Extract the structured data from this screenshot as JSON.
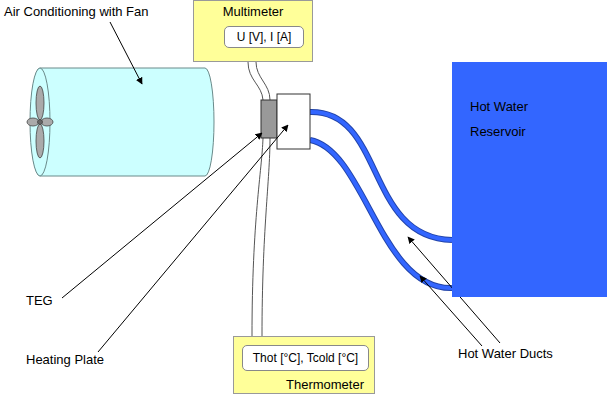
{
  "diagram": {
    "nodes": [
      {
        "text": [
          "Multimeter"
        ]
      },
      {
        "text": [
          "U [V], I [A]"
        ],
        "in": 0
      },
      {
        "text": [
          "Hot Water Reservoir"
        ]
      },
      {
        "text": [
          "Thermometer"
        ]
      },
      {
        "text": [
          "Thot [°C], Tcold [°C]"
        ],
        "in": 3
      }
    ],
    "labels": [
      "Air Conditioning with Fan",
      "TEG",
      "Heating Plate",
      "Hot Water Ducts"
    ]
  }
}
